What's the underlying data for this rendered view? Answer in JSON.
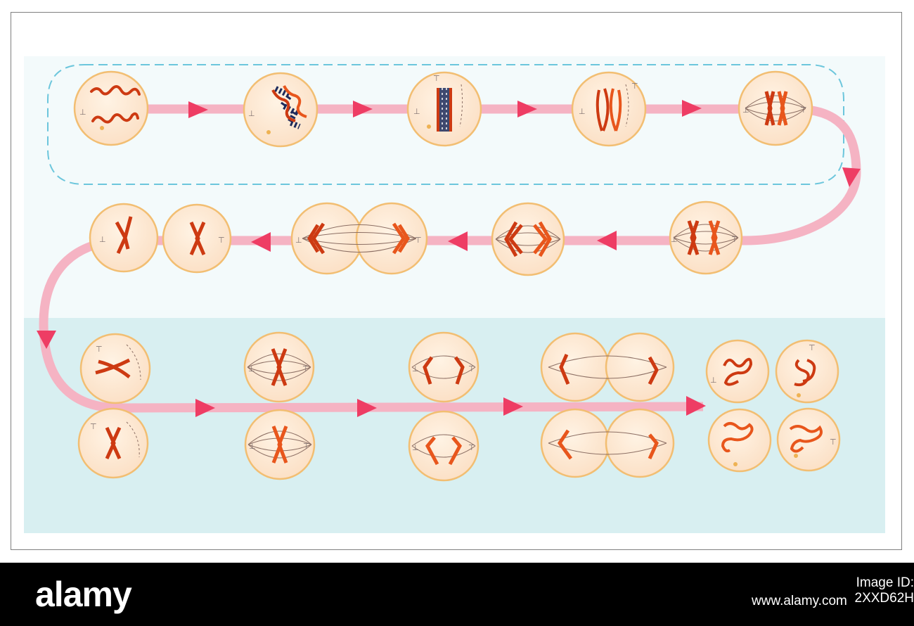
{
  "colors": {
    "top_band": "#f3fafb",
    "bottom_band": "#d8eff1",
    "dashed_outline": "#6cc6dc",
    "path": "#f5b3c3",
    "arrow": "#ee3d64",
    "cell_fill": "#fde9d3",
    "cell_border": "#f2be72",
    "chromosome": "#cd3a12",
    "chromatid_highlight": "#e8561c",
    "spindle": "#8c6f64",
    "synapsis_band": "#1d2b5c",
    "centrosome": "#7a6c6c",
    "granule": "#eeb253"
  },
  "diagram": {
    "rows": [
      {
        "row": "top",
        "stages": [
          "chromatin",
          "pairing",
          "synapsis",
          "crossing-over",
          "metaphase-i"
        ]
      },
      {
        "row": "middle",
        "stages": [
          "metaphase-i-spindle",
          "anaphase-i",
          "telophase-i",
          "daughter-cell-right",
          "daughter-cell-left"
        ]
      },
      {
        "row": "bottom",
        "stages": [
          "prophase-ii",
          "metaphase-ii",
          "anaphase-ii",
          "telophase-ii",
          "gametes"
        ]
      }
    ]
  },
  "footer": {
    "logo": "alamy",
    "image_id": "Image ID: 2XXD62H",
    "url": "www.alamy.com"
  }
}
